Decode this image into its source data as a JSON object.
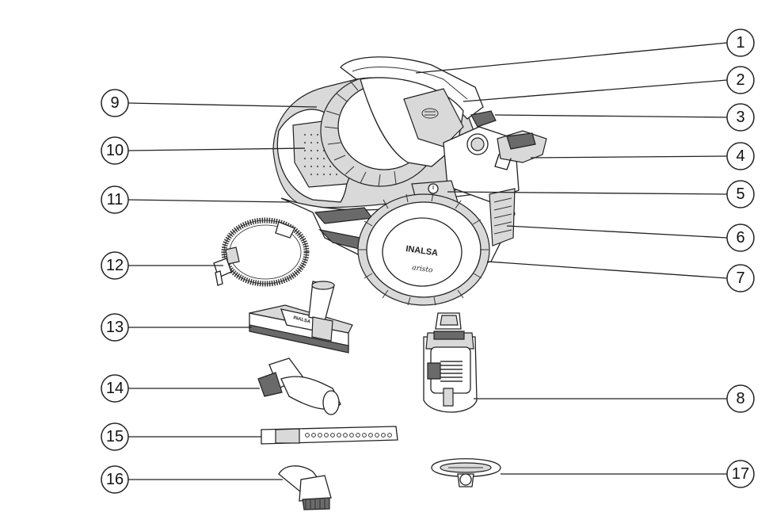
{
  "diagram": {
    "brand_label": "INALSA",
    "model_label": "aristo",
    "nozzle_brand_label": "INALSA"
  },
  "callouts": [
    "1",
    "2",
    "3",
    "4",
    "5",
    "6",
    "7",
    "8",
    "9",
    "10",
    "11",
    "12",
    "13",
    "14",
    "15",
    "16",
    "17"
  ]
}
